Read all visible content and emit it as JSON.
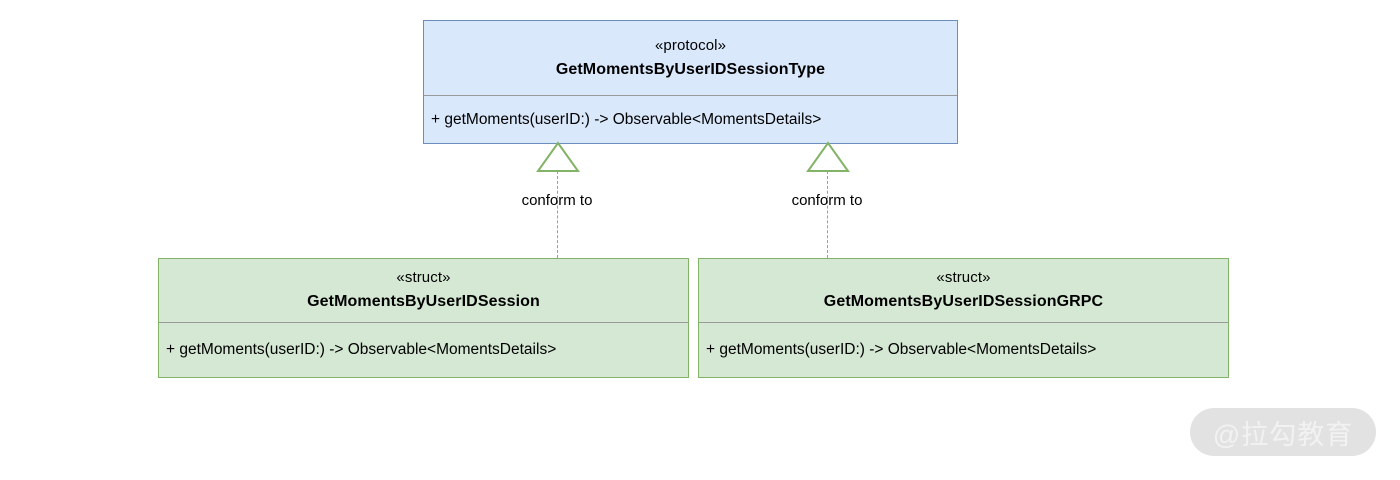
{
  "diagram": {
    "type": "uml-class-diagram",
    "background_color": "#ffffff",
    "protocol_box": {
      "stereotype": "«protocol»",
      "name": "GetMomentsByUserIDSessionType",
      "methods": [
        "+ getMoments(userID:) -> Observable<MomentsDetails>"
      ],
      "fill_color": "#dae8fc",
      "border_color": "#6c8ebf"
    },
    "struct_boxes": [
      {
        "stereotype": "«struct»",
        "name": "GetMomentsByUserIDSession",
        "methods": [
          "+ getMoments(userID:) -> Observable<MomentsDetails>"
        ],
        "fill_color": "#d5e8d4",
        "border_color": "#82b366"
      },
      {
        "stereotype": "«struct»",
        "name": "GetMomentsByUserIDSessionGRPC",
        "methods": [
          "+ getMoments(userID:) -> Observable<MomentsDetails>"
        ],
        "fill_color": "#d5e8d4",
        "border_color": "#82b366"
      }
    ],
    "connectors": [
      {
        "label": "conform to",
        "style": "dashed",
        "arrowhead": "hollow-triangle",
        "color": "#82b366"
      },
      {
        "label": "conform to",
        "style": "dashed",
        "arrowhead": "hollow-triangle",
        "color": "#82b366"
      }
    ]
  },
  "watermark": {
    "text": "@拉勾教育",
    "background_color": "#e2e2e2",
    "text_color": "#f2f2f2"
  }
}
